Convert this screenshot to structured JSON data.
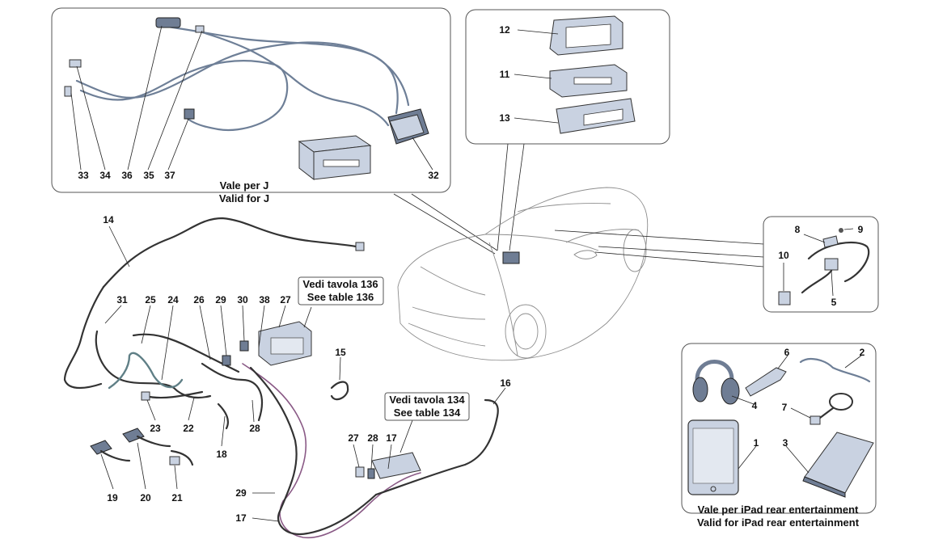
{
  "sections": {
    "j_variant": {
      "caption_line1": "Vale per J",
      "caption_line2": "Valid for J"
    },
    "ipad_rear": {
      "caption_line1": "Vale per iPad rear entertainment",
      "caption_line2": "Valid for iPad rear entertainment"
    }
  },
  "references": {
    "table_136": {
      "line1": "Vedi tavola 136",
      "line2": "See table 136"
    },
    "table_134": {
      "line1": "Vedi tavola 134",
      "line2": "See table 134"
    }
  },
  "callouts": {
    "j_box": [
      "33",
      "34",
      "36",
      "35",
      "37",
      "32"
    ],
    "bracket_stack": [
      "12",
      "11",
      "13"
    ],
    "antenna_group": [
      "8",
      "9",
      "10",
      "5"
    ],
    "ipad_group": [
      "6",
      "2",
      "4",
      "7",
      "1",
      "3"
    ],
    "harness": [
      "14",
      "31",
      "25",
      "24",
      "26",
      "29",
      "30",
      "38",
      "27",
      "15",
      "16",
      "23",
      "22",
      "18",
      "28",
      "19",
      "20",
      "21",
      "27",
      "28",
      "17",
      "29",
      "17"
    ]
  },
  "colors": {
    "frame": "#555555",
    "cable_dark": "#333333",
    "cable_blue": "#5f7f86",
    "cable_pink": "#8a5a86",
    "part_fill": "#c9d2e1"
  }
}
